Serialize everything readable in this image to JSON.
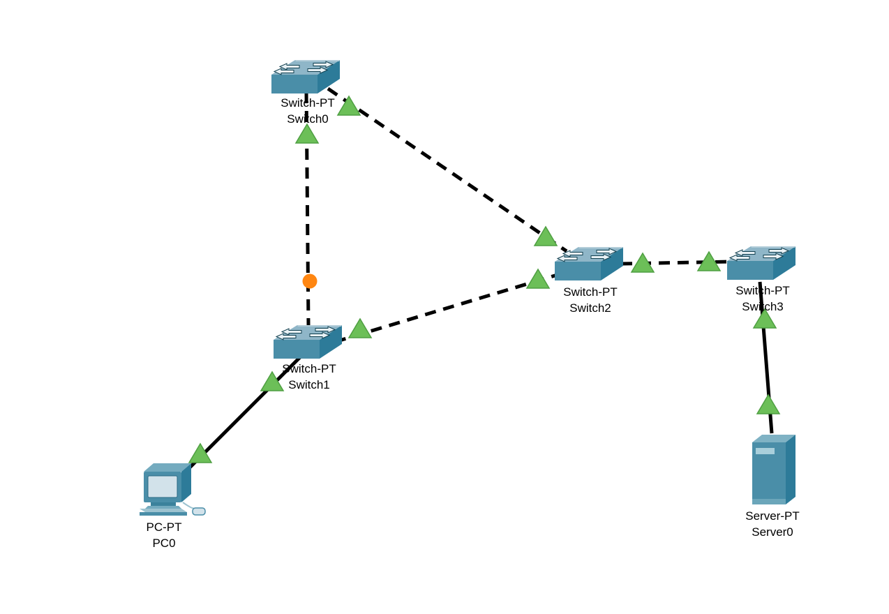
{
  "canvas": {
    "background": "#ffffff"
  },
  "colors": {
    "link_line": "#000000",
    "status_up_triangle": "#6cbf58",
    "status_up_triangle_border": "#4f9f42",
    "status_amber_blocked_dot": "#ff8611",
    "device_top_face": "#8fb6c8",
    "device_front_face": "#4a8ea8",
    "device_side_face": "#2d7b99",
    "pc_screen": "#d2e2ea",
    "label_text": "#000000"
  },
  "devices": [
    {
      "type": "switch",
      "model": "Switch-PT",
      "name": "Switch0"
    },
    {
      "type": "switch",
      "model": "Switch-PT",
      "name": "Switch1"
    },
    {
      "type": "switch",
      "model": "Switch-PT",
      "name": "Switch2"
    },
    {
      "type": "switch",
      "model": "Switch-PT",
      "name": "Switch3"
    },
    {
      "type": "pc",
      "model": "PC-PT",
      "name": "PC0"
    },
    {
      "type": "server",
      "model": "Server-PT",
      "name": "Server0"
    }
  ],
  "links": [
    {
      "from": "Switch0",
      "to": "Switch1",
      "style": "dashed",
      "from_status": "up",
      "to_status": "amber-blocked"
    },
    {
      "from": "Switch0",
      "to": "Switch2",
      "style": "dashed",
      "from_status": "up",
      "to_status": "up"
    },
    {
      "from": "Switch1",
      "to": "Switch2",
      "style": "dashed",
      "from_status": "up",
      "to_status": "up"
    },
    {
      "from": "Switch2",
      "to": "Switch3",
      "style": "dashed",
      "from_status": "up",
      "to_status": "up"
    },
    {
      "from": "Switch1",
      "to": "PC0",
      "style": "solid",
      "from_status": "up",
      "to_status": "up"
    },
    {
      "from": "Switch3",
      "to": "Server0",
      "style": "solid",
      "from_status": "up",
      "to_status": "up"
    }
  ]
}
